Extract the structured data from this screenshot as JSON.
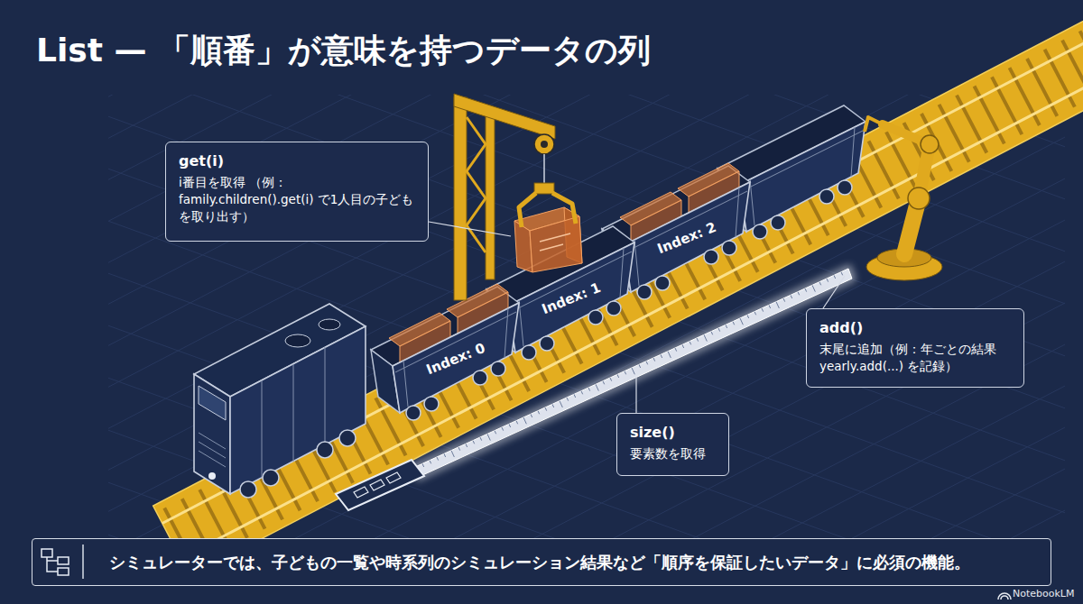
{
  "diagram": {
    "title": "List — 「順番」が意味を持つデータの列",
    "nodes": [
      {
        "text": [
          "get(i)",
          "i番目を取得 （例：family.children().get(i) で1人目の子どもを取り出す）"
        ]
      },
      {
        "text": [
          "add()",
          "末尾に追加（例：年ごとの結果 yearly.add(...) を記録）"
        ]
      },
      {
        "text": [
          "size()",
          "要素数を取得"
        ]
      },
      {
        "text": [
          "シミュレーターでは、子どもの一覧や時系列のシミュレーション結果など「順序を保証したいデータ」に必須の機能。"
        ]
      }
    ],
    "labels": [
      "Index: 0",
      "Index: 1",
      "Index: 2",
      "NotebookLM"
    ]
  }
}
